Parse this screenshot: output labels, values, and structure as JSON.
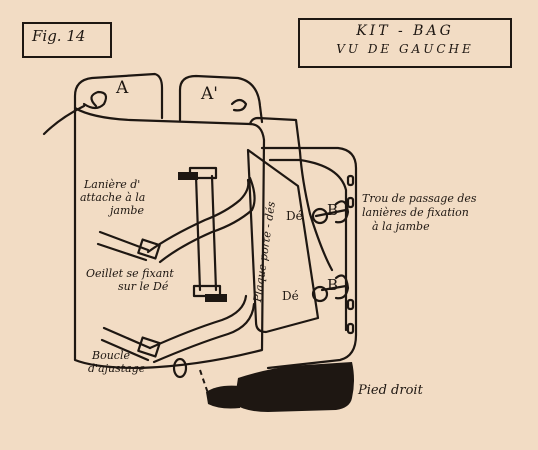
{
  "figure": {
    "fig_label": "Fig. 14",
    "title_line1": "KIT - BAG",
    "title_line2": "VU DE GAUCHE"
  },
  "labels": {
    "a": "A",
    "a_prime": "A'",
    "laniere_line1": "Lanière d'",
    "laniere_line2": "attache à la",
    "laniere_line3": "jambe",
    "oeillet_line1": "Oeillet se fixant",
    "oeillet_line2": "sur le Dé",
    "boucle_line1": "Boucle",
    "boucle_line2": "d'ajustage",
    "plaque": "Plaque porte - dés",
    "de_upper": "Dé",
    "de_lower": "Dé",
    "b_upper": "B",
    "b_lower": "B",
    "trou_line1": "Trou de passage des",
    "trou_line2": "lanières de fixation",
    "trou_line3": "à la jambe",
    "pied": "Pied droit"
  }
}
